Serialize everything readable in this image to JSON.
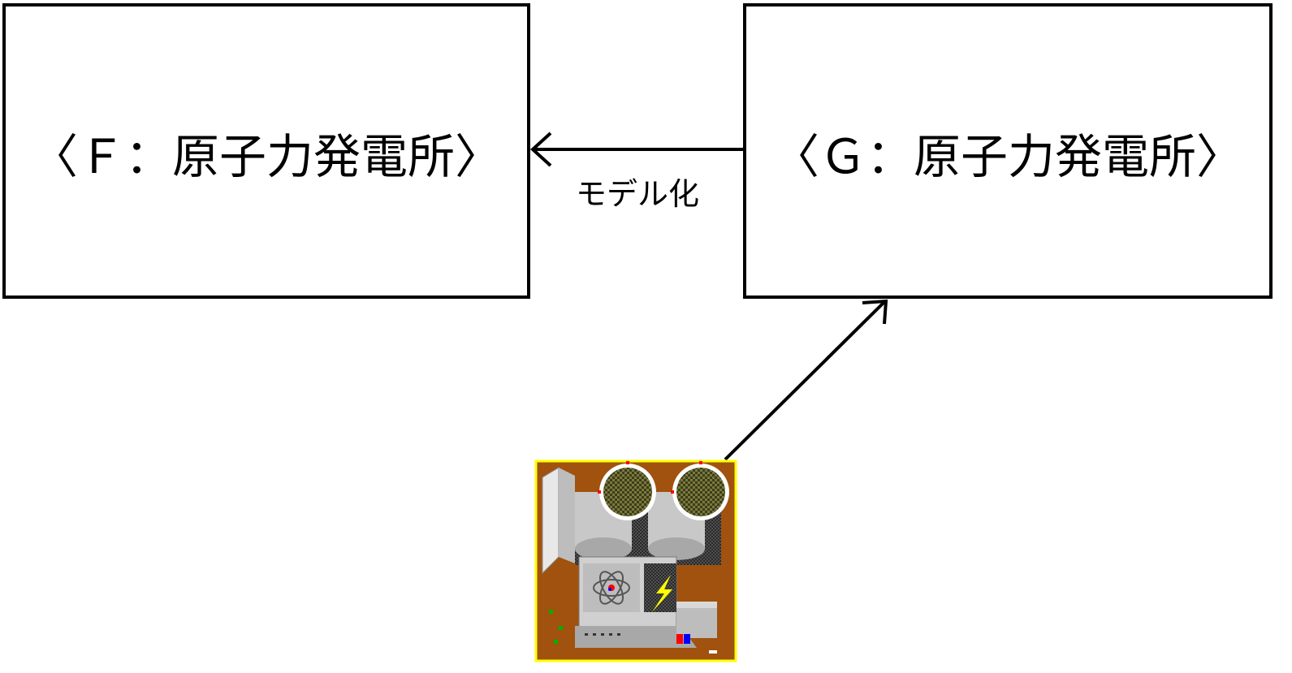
{
  "diagram": {
    "box_f": {
      "label": "〈Ｆ：原子力発電所〉"
    },
    "box_g": {
      "label": "〈Ｇ：原子力発電所〉"
    },
    "edge_model": {
      "label": "モデル化"
    },
    "icon": {
      "name": "nuclear-power-plant-icon"
    }
  },
  "colors": {
    "line": "#000000",
    "icon_frame": "#ffff00",
    "icon_ground": "#a0520e"
  }
}
